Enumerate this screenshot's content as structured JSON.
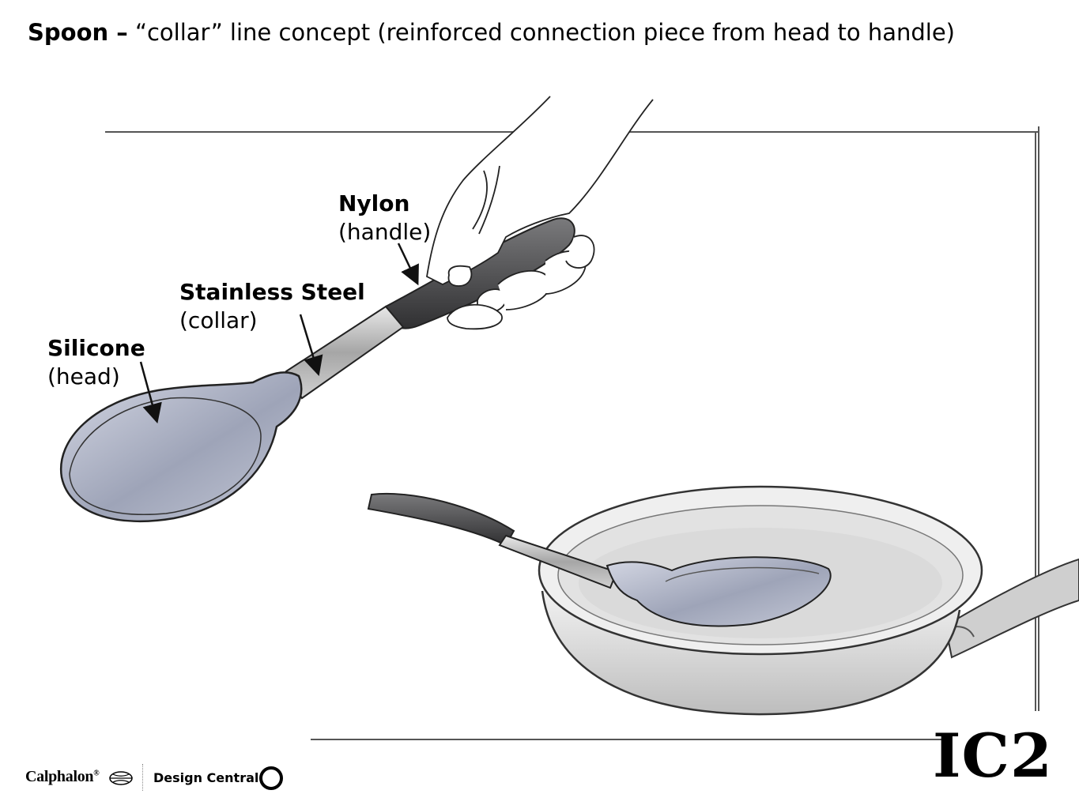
{
  "header": {
    "title_bold": "Spoon –",
    "title_rest": " “collar” line concept (reinforced connection piece from head to handle)"
  },
  "callouts": [
    {
      "name": "Nylon",
      "sub": "(handle)"
    },
    {
      "name": "Stainless Steel",
      "sub": "(collar)"
    },
    {
      "name": "Silicone",
      "sub": "(head)"
    }
  ],
  "slide_id": "IC2",
  "footer": {
    "brand": "Calphalon",
    "brand_mark": "registered",
    "department": "Design Central"
  },
  "colors": {
    "silicone": "#a9aec0",
    "nylon": "#4a4a4c",
    "steel": "#bcbcbc",
    "outline": "#222222"
  },
  "icons": [
    "brand-mark-icon",
    "design-central-ring-icon"
  ]
}
